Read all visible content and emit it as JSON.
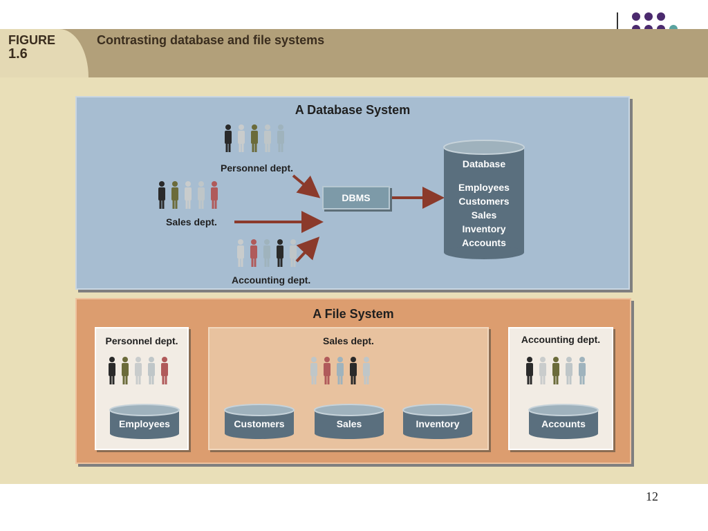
{
  "figure": {
    "label_word": "FIGURE",
    "label_number": "1.6",
    "title": "Contrasting database and file systems"
  },
  "database_system": {
    "title": "A Database System",
    "personnel_label": "Personnel dept.",
    "sales_label": "Sales dept.",
    "accounting_label": "Accounting dept.",
    "dbms_label": "DBMS",
    "database": {
      "title": "Database",
      "items": [
        "Employees",
        "Customers",
        "Sales",
        "Inventory",
        "Accounts"
      ]
    }
  },
  "file_system": {
    "title": "A File System",
    "personnel": {
      "label": "Personnel dept.",
      "file": "Employees"
    },
    "sales": {
      "label": "Sales dept.",
      "files": [
        "Customers",
        "Sales",
        "Inventory"
      ]
    },
    "accounting": {
      "label": "Accounting dept.",
      "file": "Accounts"
    }
  },
  "colors": {
    "header_bar": "#b2a07a",
    "db_panel": "#a7bdd1",
    "fs_panel": "#dc9d6f",
    "arrow": "#8b3a2b",
    "cylinder": "#5a6f7e",
    "slide_dots": "#4b2a6e",
    "slide_dot_accent": "#5aa3a0"
  },
  "page_number": "12"
}
